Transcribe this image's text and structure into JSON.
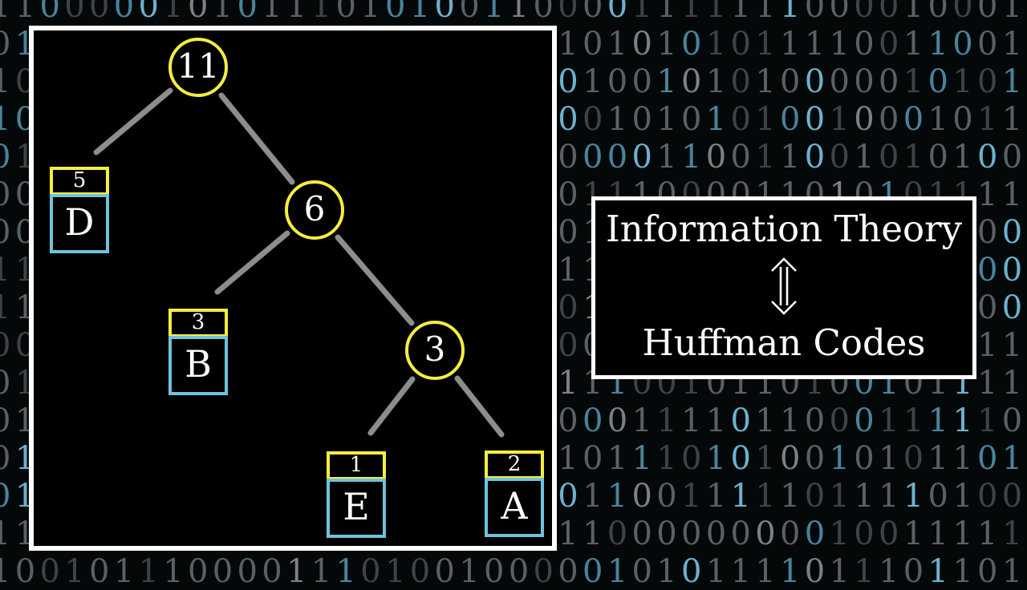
{
  "background": {
    "palette": {
      "dim": "#3d4447",
      "gray": "#596165",
      "light": "#7b8184",
      "teal": "#49839c",
      "bright": "#6cb2cf"
    },
    "shade_keys": {
      "0": "dim",
      "1": "gray",
      "2": "light",
      "3": "teal",
      "4": "bright"
    },
    "shade_pattern": "131101401131011031140210131011401310113024113101103114010213101140131011031140213101",
    "rows": [
      "110000010101110101001100001111111000010001",
      "011010010110100101110101010101011110011001",
      "100101101001011010010110100101010000010101",
      "101101001011010010110100010101010010001011",
      "010010110100101101001010000110011001010100",
      "001011010010110100101100111000011010101111",
      "000100101101001011010010110100101101001000",
      "111011010010110100101101101001011010010100",
      "110101101001011010010110110110100101101000",
      "001010010110100101101000001001011010010111",
      "010110100101101001011011110010110100101111",
      "011010010110100101101000001111011000111110",
      "010101101001011010010111011101010010101101",
      "011011010010110100101100110011111011110100",
      "110100101101001011010011100000000010011111",
      "100101110000111010010000010101111011101101"
    ]
  },
  "tree_panel": {
    "colors": {
      "node_stroke": "#f4ee3f",
      "leaf_strip_stroke": "#f4ee3f",
      "leaf_body_stroke": "#6fc3da",
      "edge": "#8d8d8d",
      "text": "#ffffff",
      "panel_border": "#ffffff",
      "panel_bg": "#000000"
    },
    "internal_nodes": {
      "root": {
        "label": "11"
      },
      "n6": {
        "label": "6"
      },
      "n3": {
        "label": "3"
      }
    },
    "leaves": {
      "D": {
        "freq": "5",
        "letter": "D"
      },
      "B": {
        "freq": "3",
        "letter": "B"
      },
      "E": {
        "freq": "1",
        "letter": "E"
      },
      "A": {
        "freq": "2",
        "letter": "A"
      }
    },
    "structure": {
      "root": {
        "value": 11,
        "left": {
          "leaf": "D",
          "freq": 5
        },
        "right": {
          "value": 6,
          "left": {
            "leaf": "B",
            "freq": 3
          },
          "right": {
            "value": 3,
            "left": {
              "leaf": "E",
              "freq": 1
            },
            "right": {
              "leaf": "A",
              "freq": 2
            }
          }
        }
      }
    }
  },
  "title_card": {
    "line1": "Information Theory",
    "symbol": "⇕",
    "line2": "Huffman Codes"
  }
}
